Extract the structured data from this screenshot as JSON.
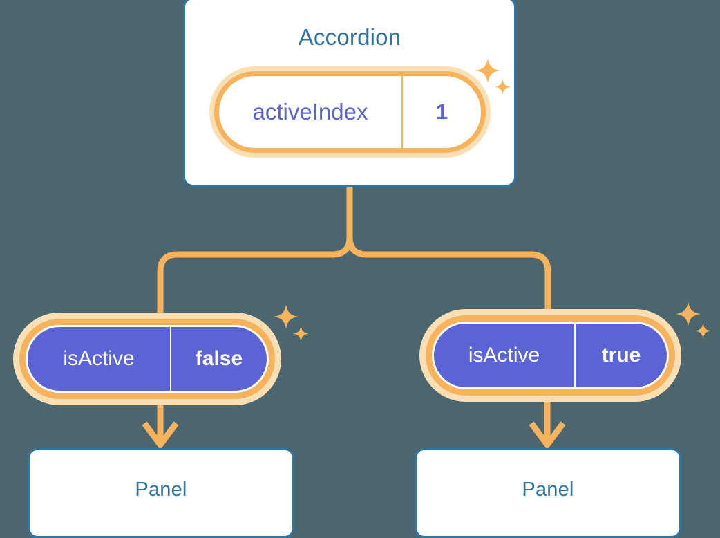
{
  "theme": {
    "background": "#4c6670",
    "card_border": "#2f76a5",
    "card_fill": "#ffffff",
    "title_text": "#2f74a0",
    "accent_orange": "#f7b25c",
    "accent_orange_glow": "#fbdfb4",
    "state_purple": "#5b64d6",
    "state_purple_text": "#5a62d4",
    "on_purple_text": "#ffffff"
  },
  "diagram": {
    "root": {
      "title": "Accordion",
      "state": {
        "key": "activeIndex",
        "value": "1"
      },
      "sparkle_label": "state-sparkle"
    },
    "children": [
      {
        "state": {
          "key": "isActive",
          "value": "false"
        },
        "panel_title": "Panel",
        "sparkle_label": "state-sparkle"
      },
      {
        "state": {
          "key": "isActive",
          "value": "true"
        },
        "panel_title": "Panel",
        "sparkle_label": "state-sparkle"
      }
    ]
  },
  "icons": {
    "sparkle_large": "sparkle-four-point-large-icon",
    "sparkle_small": "sparkle-four-point-small-icon",
    "arrow_down": "arrow-down-icon",
    "branch_connector": "branch-connector-icon"
  }
}
